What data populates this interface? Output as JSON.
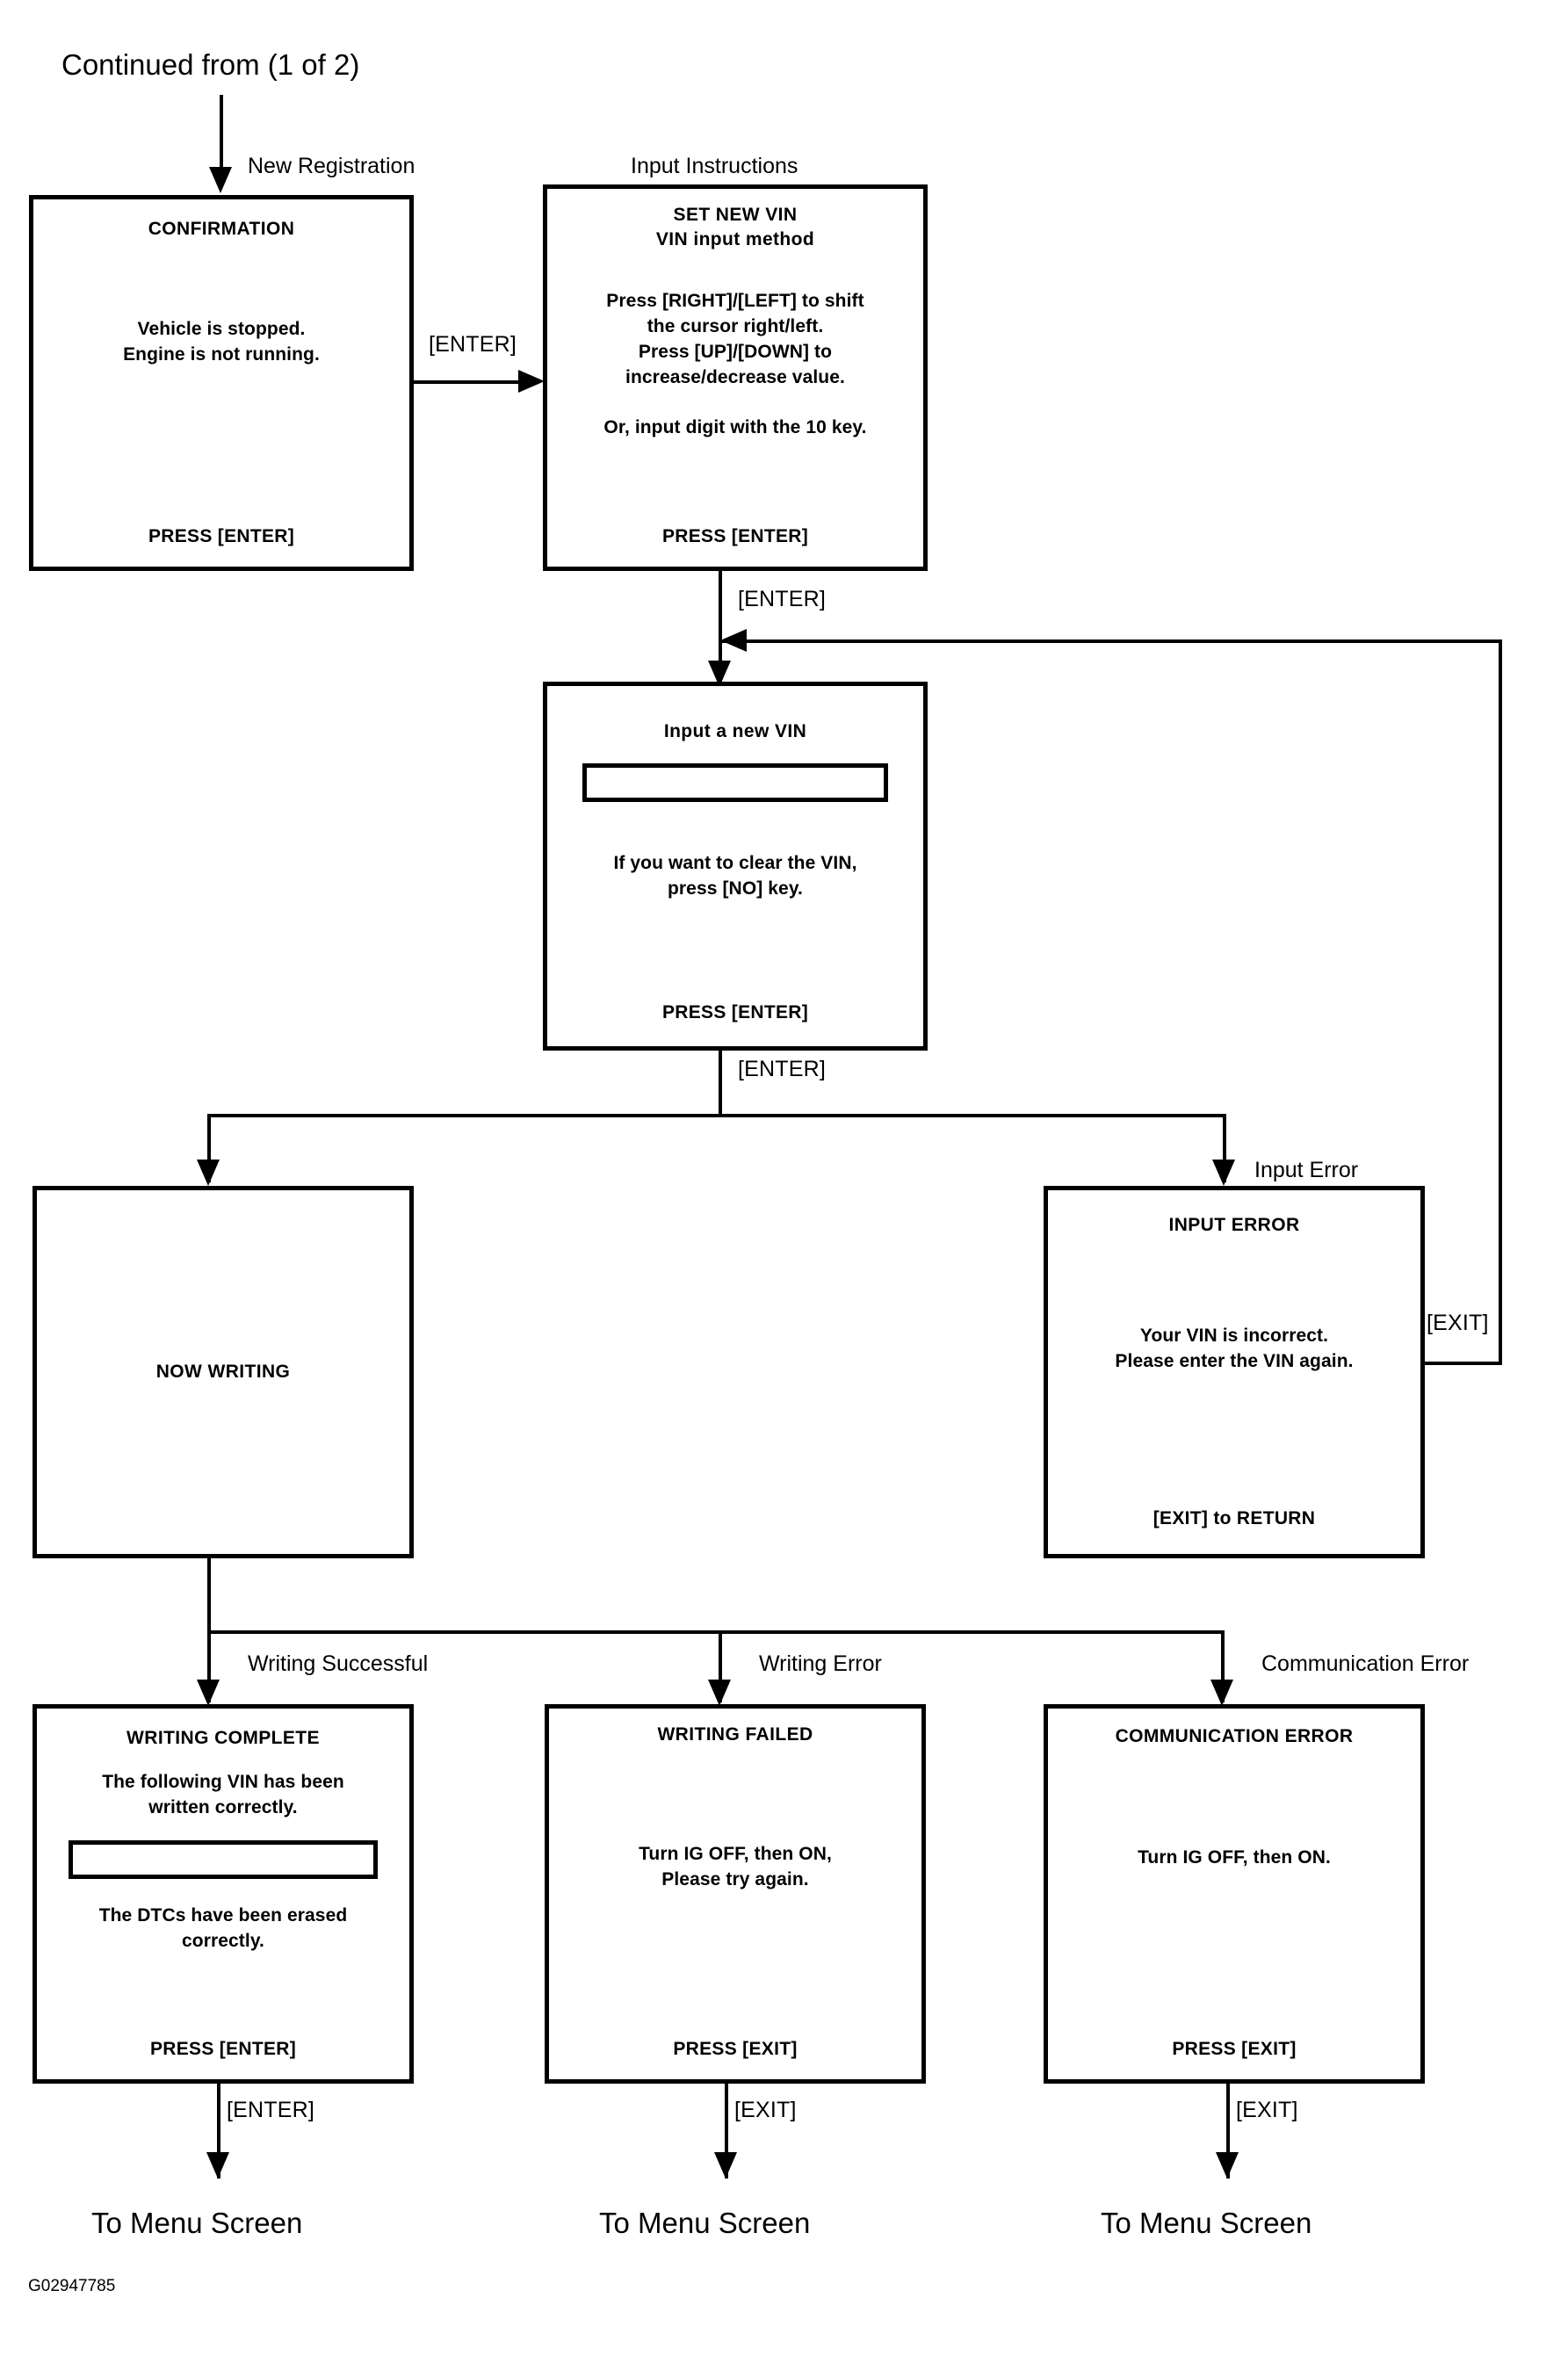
{
  "figure": {
    "id": "G02947785",
    "continued_from": "Continued from (1 of 2)"
  },
  "captions": {
    "new_registration": "New Registration",
    "input_instructions": "Input Instructions",
    "input_error": "Input Error",
    "writing_successful": "Writing Successful",
    "writing_error": "Writing Error",
    "communication_error": "Communication Error"
  },
  "edges": {
    "enter_1": "[ENTER]",
    "enter_2": "[ENTER]",
    "enter_3": "[ENTER]",
    "exit_loop": "[EXIT]",
    "enter_complete": "[ENTER]",
    "exit_failed": "[EXIT]",
    "exit_comm": "[EXIT]"
  },
  "screens": {
    "confirmation": {
      "title": "CONFIRMATION",
      "line1": "Vehicle is stopped.",
      "line2": "Engine is not running.",
      "footer": "PRESS [ENTER]"
    },
    "set_new_vin": {
      "title1": "SET NEW VIN",
      "title2": "VIN input method",
      "line1": "Press [RIGHT]/[LEFT] to shift",
      "line2": "the cursor right/left.",
      "line3": "Press [UP]/[DOWN] to",
      "line4": "increase/decrease value.",
      "line5": "Or, input digit with the 10 key.",
      "footer": "PRESS [ENTER]"
    },
    "input_vin": {
      "title": "Input a new VIN",
      "field_value": "",
      "line1": "If you want to clear the VIN,",
      "line2": "press [NO] key.",
      "footer": "PRESS [ENTER]"
    },
    "now_writing": {
      "title": "NOW WRITING"
    },
    "input_error": {
      "title": "INPUT ERROR",
      "line1": "Your VIN is incorrect.",
      "line2": "Please enter the VIN again.",
      "footer": "[EXIT] to RETURN"
    },
    "writing_complete": {
      "title": "WRITING COMPLETE",
      "line1": "The following VIN has been",
      "line2": "written correctly.",
      "field_value": "",
      "line3": "The DTCs have been erased",
      "line4": "correctly.",
      "footer": "PRESS [ENTER]"
    },
    "writing_failed": {
      "title": "WRITING FAILED",
      "line1": "Turn IG OFF, then ON,",
      "line2": "Please try again.",
      "footer": "PRESS [EXIT]"
    },
    "communication_error": {
      "title": "COMMUNICATION ERROR",
      "line1": "Turn IG OFF, then ON.",
      "footer": "PRESS [EXIT]"
    }
  },
  "terminals": {
    "menu_1": "To Menu Screen",
    "menu_2": "To Menu Screen",
    "menu_3": "To Menu Screen"
  }
}
